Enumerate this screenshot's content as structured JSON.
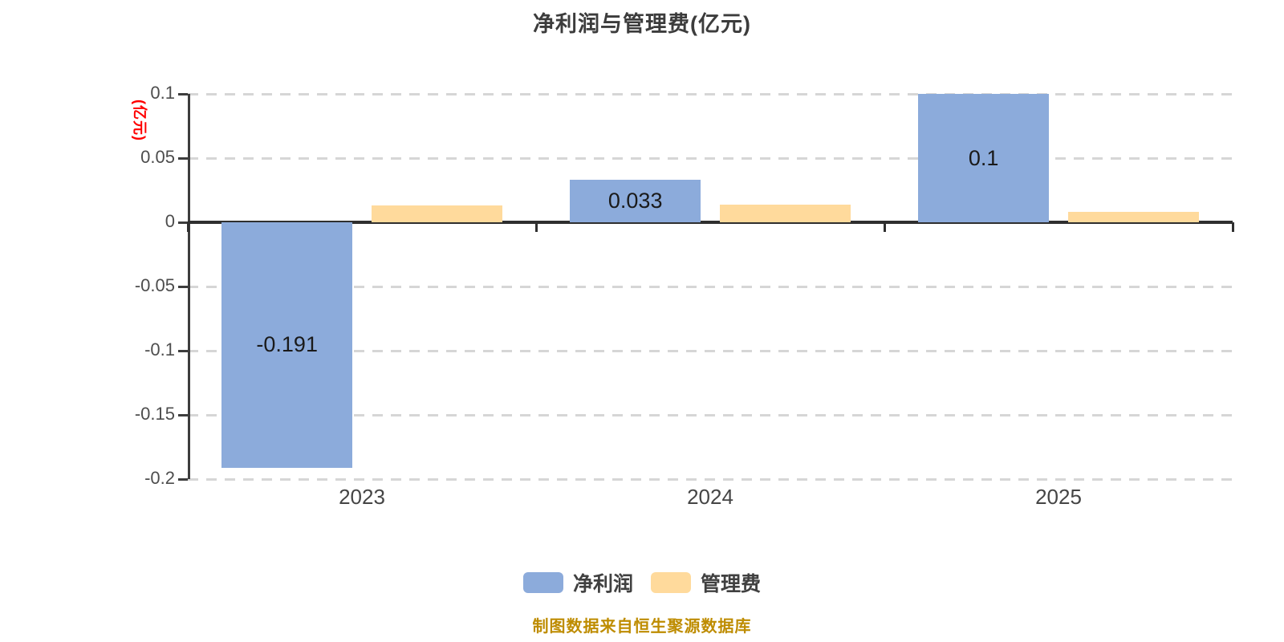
{
  "chart_data": {
    "type": "bar",
    "title": "净利润与管理费(亿元)",
    "ylabel": "(亿元)",
    "footnote": "制图数据来自恒生聚源数据库",
    "categories": [
      "2023",
      "2024",
      "2025"
    ],
    "series": [
      {
        "name": "净利润",
        "slug": "net-profit",
        "color": "#8CABDB",
        "values": [
          -0.191,
          0.033,
          0.1
        ],
        "data_labels": [
          "-0.191",
          "0.033",
          "0.1"
        ]
      },
      {
        "name": "管理费",
        "slug": "mgmt-fee",
        "color": "#FFDA9C",
        "values": [
          0.013,
          0.014,
          0.008
        ],
        "data_labels": [
          null,
          null,
          null
        ]
      }
    ],
    "ylim": [
      -0.2,
      0.1
    ],
    "yticks": [
      0.1,
      0.05,
      0,
      -0.05,
      -0.1,
      -0.15,
      -0.2
    ],
    "ytick_labels": [
      "0.1",
      "0.05",
      "0",
      "-0.05",
      "-0.1",
      "-0.15",
      "-0.2"
    ],
    "grid": "horizontal-dashed",
    "legend_position": "bottom",
    "colors": {
      "net_profit_bar": "#8CABDB",
      "mgmt_fee_bar": "#FFDA9C",
      "gridline": "#D6D6D6",
      "axis_line": "#2F2F2F",
      "tick_text": "#4D4D4D",
      "title_text": "#3C3C3C",
      "y_unit_label": "#FF0000",
      "footer_text": "#BE8C00",
      "data_label_text": "#1A1A1A"
    }
  }
}
